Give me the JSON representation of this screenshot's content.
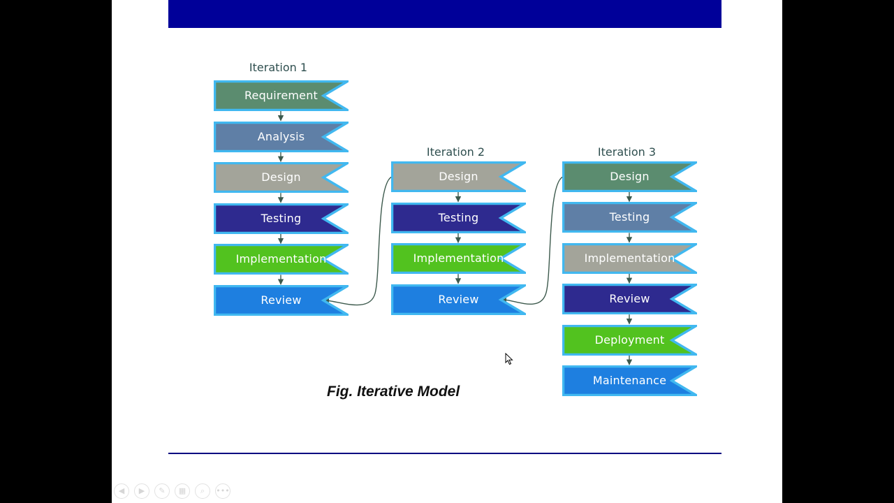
{
  "diagram": {
    "caption": "Fig. Iterative Model",
    "iterations": [
      {
        "title": "Iteration 1",
        "steps": [
          {
            "label": "Requirement",
            "color": "#5b8c6f"
          },
          {
            "label": "Analysis",
            "color": "#5f7fa6"
          },
          {
            "label": "Design",
            "color": "#a3a49a"
          },
          {
            "label": "Testing",
            "color": "#2e2a8f"
          },
          {
            "label": "Implementation",
            "color": "#52c21f"
          },
          {
            "label": "Review",
            "color": "#1e7fe0"
          }
        ]
      },
      {
        "title": "Iteration 2",
        "steps": [
          {
            "label": "Design",
            "color": "#a3a49a"
          },
          {
            "label": "Testing",
            "color": "#2e2a8f"
          },
          {
            "label": "Implementation",
            "color": "#52c21f"
          },
          {
            "label": "Review",
            "color": "#1e7fe0"
          }
        ]
      },
      {
        "title": "Iteration 3",
        "steps": [
          {
            "label": "Design",
            "color": "#5b8c6f"
          },
          {
            "label": "Testing",
            "color": "#5f7fa6"
          },
          {
            "label": "Implementation",
            "color": "#a3a49a"
          },
          {
            "label": "Review",
            "color": "#2e2a8f"
          },
          {
            "label": "Deployment",
            "color": "#52c21f"
          },
          {
            "label": "Maintenance",
            "color": "#1e7fe0"
          }
        ]
      }
    ],
    "colors": {
      "step_border": "#41b8f0",
      "arrow": "#3d5a4d",
      "title_bar": "#000099",
      "rule": "#000080"
    }
  },
  "viewer_controls": {
    "icons": [
      "previous-icon",
      "next-icon",
      "pen-icon",
      "slides-icon",
      "zoom-icon",
      "more-icon"
    ]
  }
}
